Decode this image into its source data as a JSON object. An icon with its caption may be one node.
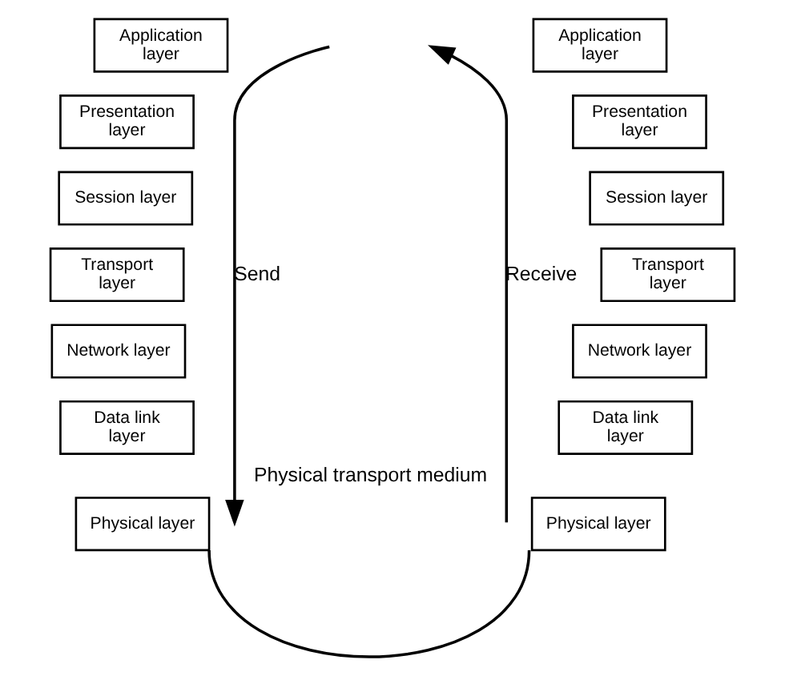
{
  "diagram": {
    "nodes": [
      {
        "text": [
          "Application layer"
        ]
      },
      {
        "text": [
          "Presentation layer"
        ]
      },
      {
        "text": [
          "Session layer"
        ]
      },
      {
        "text": [
          "Transport layer"
        ]
      },
      {
        "text": [
          "Network layer"
        ]
      },
      {
        "text": [
          "Data link layer"
        ]
      },
      {
        "text": [
          "Physical layer"
        ]
      },
      {
        "text": [
          "Application layer"
        ]
      },
      {
        "text": [
          "Presentation layer"
        ]
      },
      {
        "text": [
          "Session layer"
        ]
      },
      {
        "text": [
          "Transport layer"
        ]
      },
      {
        "text": [
          "Network layer"
        ]
      },
      {
        "text": [
          "Data link layer"
        ]
      },
      {
        "text": [
          "Physical layer"
        ]
      }
    ],
    "edges": [
      {
        "from": 6,
        "to": 13,
        "arrow": "none",
        "label": "Physical transport medium"
      }
    ],
    "labels": [
      "Send",
      "Receive"
    ]
  }
}
